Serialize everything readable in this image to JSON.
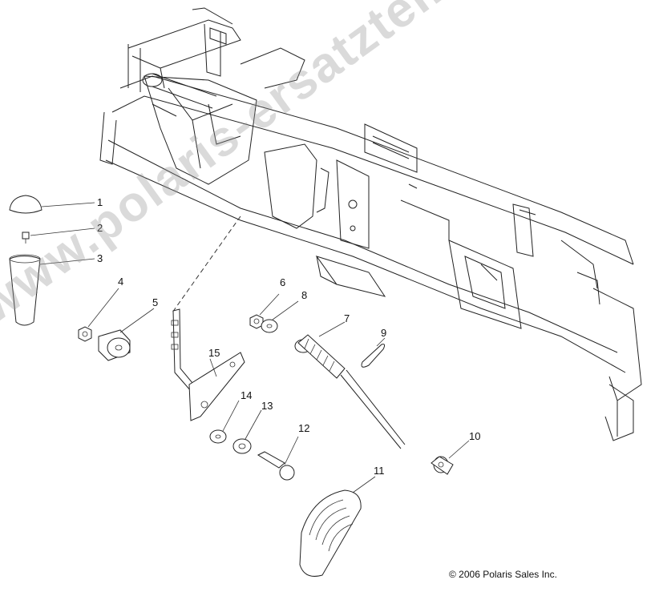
{
  "diagram": {
    "watermark": "www.polaris-ersatzteile.de",
    "copyright": "© 2006 Polaris Sales Inc.",
    "callouts": [
      {
        "id": "1",
        "label": "1"
      },
      {
        "id": "2",
        "label": "2"
      },
      {
        "id": "3",
        "label": "3"
      },
      {
        "id": "4",
        "label": "4"
      },
      {
        "id": "5",
        "label": "5"
      },
      {
        "id": "6",
        "label": "6"
      },
      {
        "id": "7",
        "label": "7"
      },
      {
        "id": "8",
        "label": "8"
      },
      {
        "id": "9",
        "label": "9"
      },
      {
        "id": "10",
        "label": "10"
      },
      {
        "id": "11",
        "label": "11"
      },
      {
        "id": "12",
        "label": "12"
      },
      {
        "id": "13",
        "label": "13"
      },
      {
        "id": "14",
        "label": "14"
      },
      {
        "id": "15",
        "label": "15"
      }
    ]
  }
}
